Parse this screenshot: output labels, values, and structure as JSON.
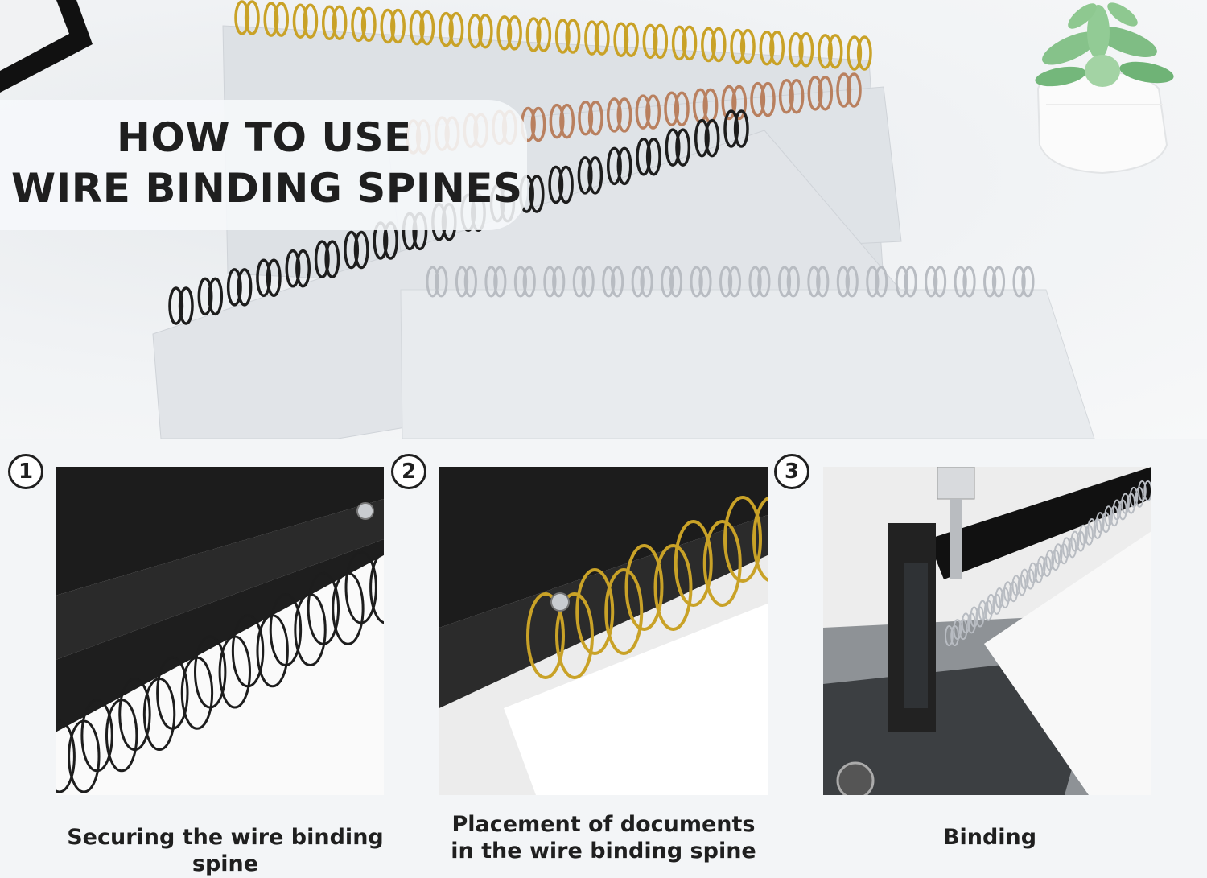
{
  "hero": {
    "title_line1": "HOW TO USE",
    "title_line2": "WIRE BINDING SPINES"
  },
  "colors": {
    "gold_wire": "#c9a227",
    "rose_wire": "#b9805f",
    "black_wire": "#1d1d1d",
    "silver_wire": "#b8bcc2",
    "title_text": "#1f1f1f"
  },
  "steps": [
    {
      "number": "1",
      "caption_lines": [
        "Securing the wire binding spine"
      ]
    },
    {
      "number": "2",
      "caption_lines": [
        "Placement of documents",
        "in the wire binding spine"
      ]
    },
    {
      "number": "3",
      "caption_lines": [
        "Binding"
      ]
    }
  ]
}
